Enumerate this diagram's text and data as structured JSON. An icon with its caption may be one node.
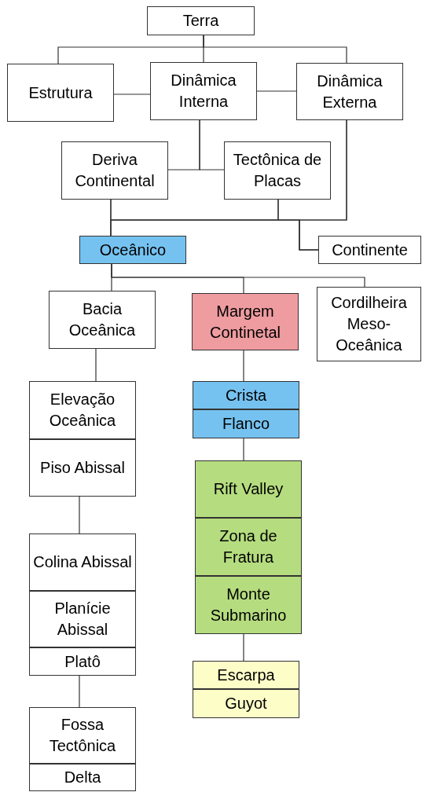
{
  "diagram": {
    "nodes": [
      {
        "text": [
          "Terra"
        ]
      },
      {
        "text": [
          "Estrutura"
        ]
      },
      {
        "text": [
          "Dinâmica Interna"
        ]
      },
      {
        "text": [
          "Dinâmica Externa"
        ]
      },
      {
        "text": [
          "Deriva Continental"
        ]
      },
      {
        "text": [
          "Tectônica de Placas"
        ]
      },
      {
        "text": [
          "Oceânico"
        ]
      },
      {
        "text": [
          "Continente"
        ]
      },
      {
        "text": [
          "Bacia Oceânica"
        ]
      },
      {
        "text": [
          "Margem Continetal"
        ]
      },
      {
        "text": [
          "Cordilheira Meso-Oceânica"
        ]
      },
      {
        "text": [
          "Elevação Oceânica"
        ]
      },
      {
        "text": [
          "Piso Abissal"
        ]
      },
      {
        "text": [
          "Crista"
        ]
      },
      {
        "text": [
          "Flanco"
        ]
      },
      {
        "text": [
          "Rift Valley"
        ]
      },
      {
        "text": [
          "Zona de Fratura"
        ]
      },
      {
        "text": [
          "Monte Submarino"
        ]
      },
      {
        "text": [
          "Colina Abissal"
        ]
      },
      {
        "text": [
          "Planície Abissal"
        ]
      },
      {
        "text": [
          "Platô"
        ]
      },
      {
        "text": [
          "Escarpa"
        ]
      },
      {
        "text": [
          "Guyot"
        ]
      },
      {
        "text": [
          "Fossa Tectônica"
        ]
      },
      {
        "text": [
          "Delta"
        ]
      }
    ],
    "edges": [
      {
        "from": 0,
        "to": 1,
        "arrow": "none"
      },
      {
        "from": 0,
        "to": 2,
        "arrow": "none"
      },
      {
        "from": 0,
        "to": 3,
        "arrow": "none"
      },
      {
        "from": 1,
        "to": 2,
        "arrow": "none"
      },
      {
        "from": 2,
        "to": 3,
        "arrow": "none"
      },
      {
        "from": 2,
        "to": 4,
        "arrow": "none"
      },
      {
        "from": 2,
        "to": 5,
        "arrow": "none"
      },
      {
        "from": 4,
        "to": 6,
        "arrow": "none"
      },
      {
        "from": 5,
        "to": 6,
        "arrow": "none"
      },
      {
        "from": 3,
        "to": 6,
        "arrow": "none"
      },
      {
        "from": 4,
        "to": 7,
        "arrow": "none"
      },
      {
        "from": 5,
        "to": 7,
        "arrow": "none"
      },
      {
        "from": 3,
        "to": 7,
        "arrow": "none"
      },
      {
        "from": 6,
        "to": 8,
        "arrow": "none"
      },
      {
        "from": 6,
        "to": 9,
        "arrow": "none"
      },
      {
        "from": 6,
        "to": 10,
        "arrow": "none"
      },
      {
        "from": 8,
        "to": 11,
        "arrow": "none"
      },
      {
        "from": 9,
        "to": 13,
        "arrow": "none"
      },
      {
        "from": 12,
        "to": 18,
        "arrow": "none"
      },
      {
        "from": 14,
        "to": 15,
        "arrow": "none"
      },
      {
        "from": 20,
        "to": 23,
        "arrow": "none"
      },
      {
        "from": 17,
        "to": 21,
        "arrow": "none"
      }
    ]
  }
}
